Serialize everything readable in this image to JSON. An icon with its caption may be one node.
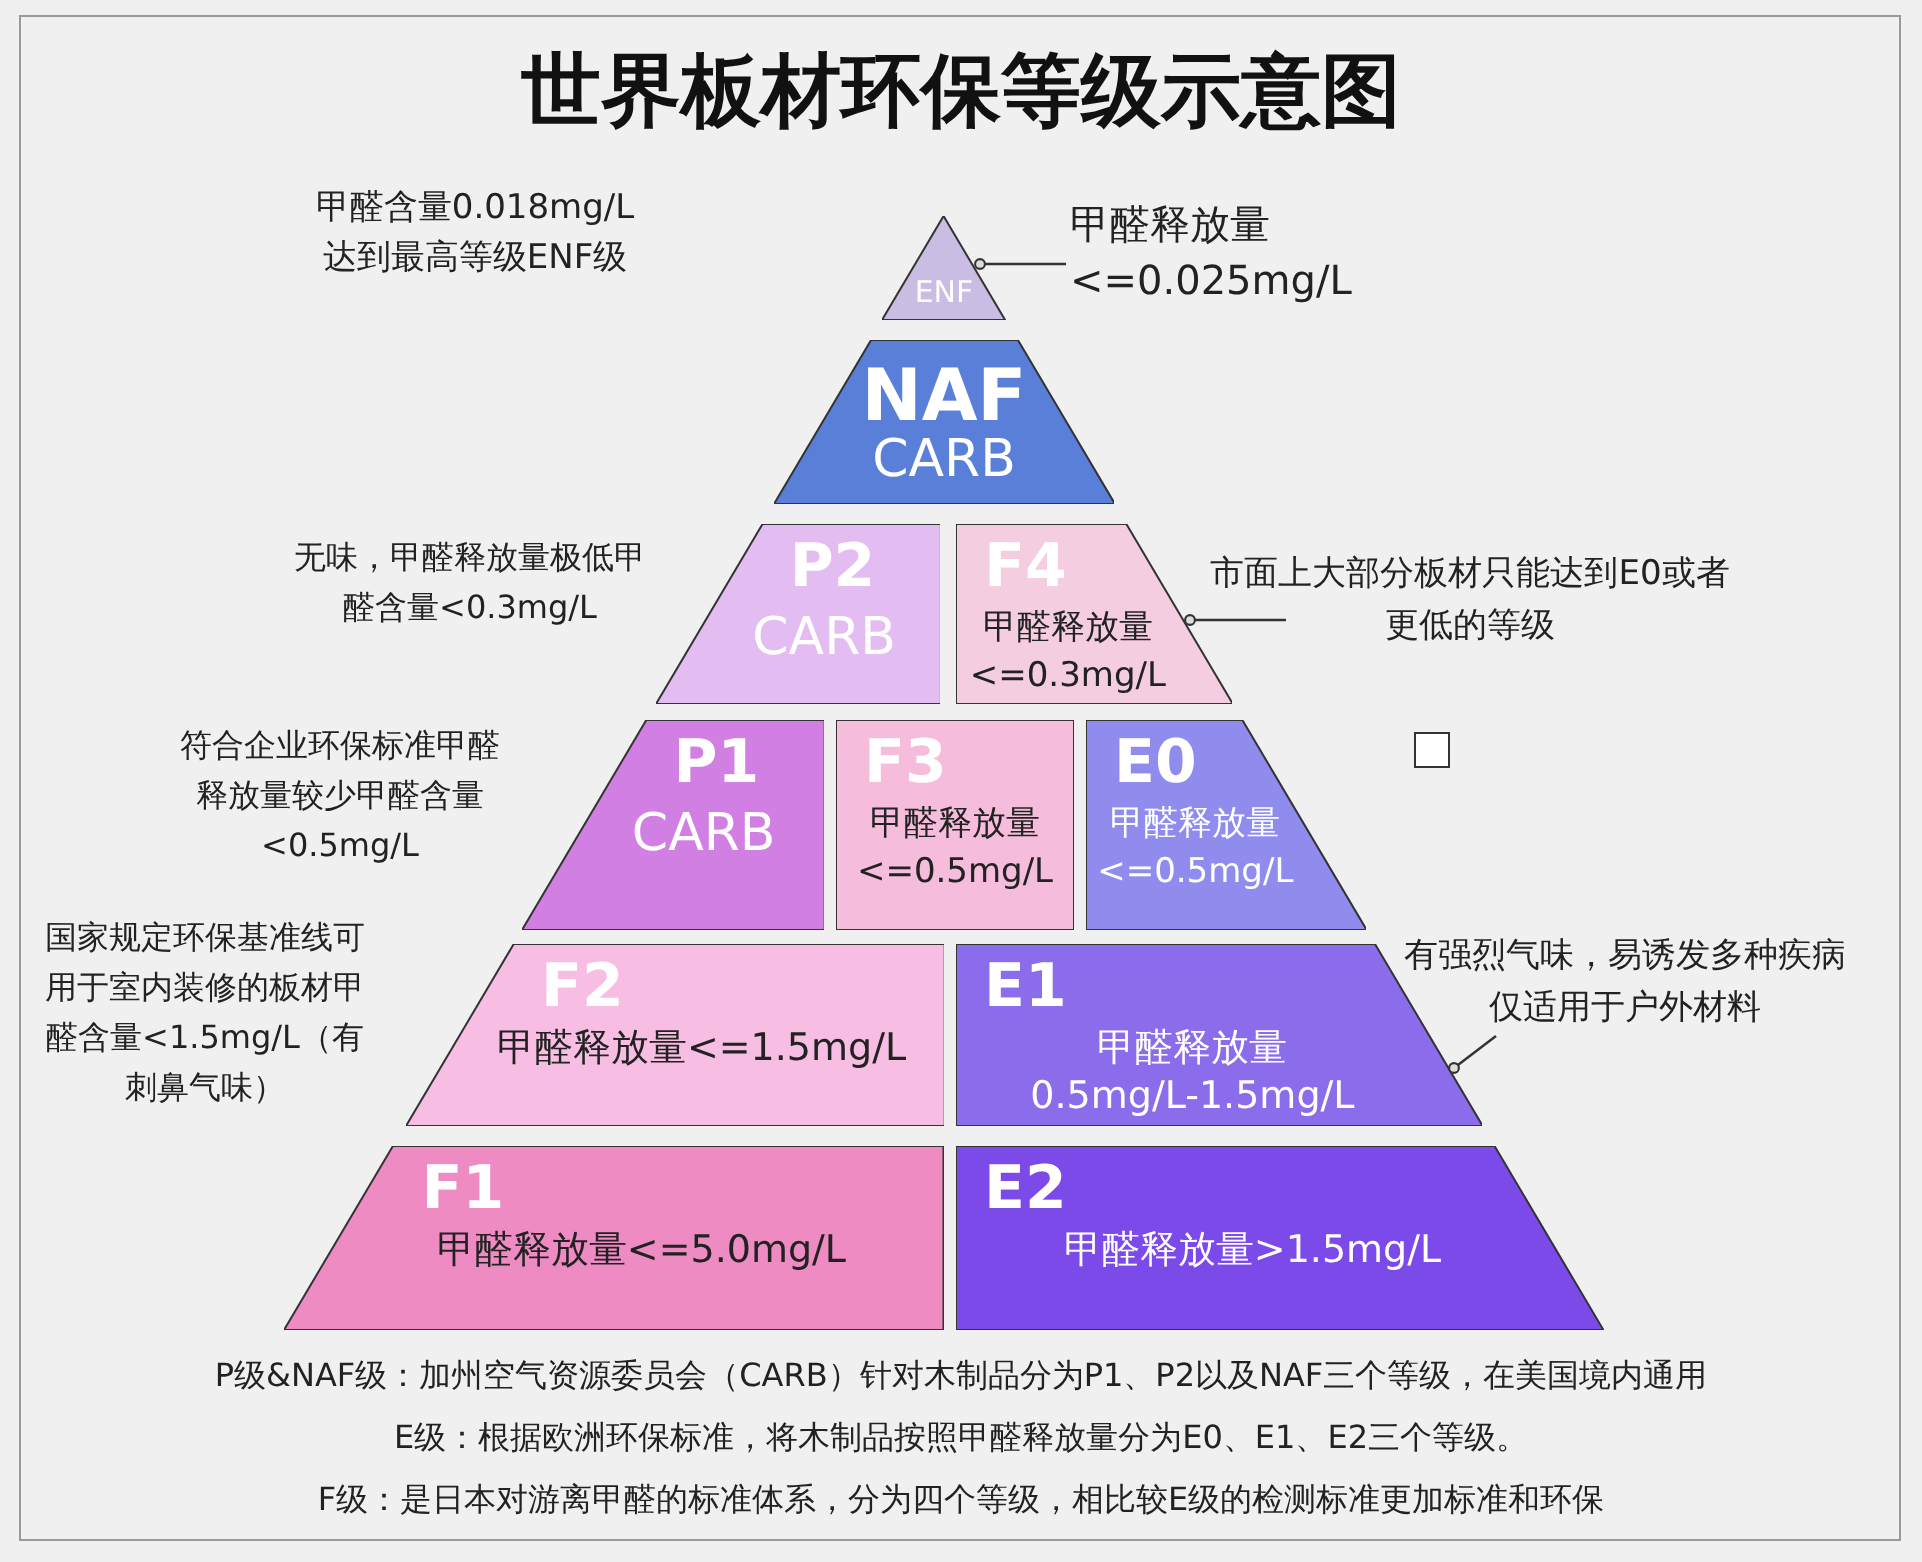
{
  "diagram": {
    "title": "世界板材环保等级示意图",
    "nodes": [
      {
        "text": [
          "ENF"
        ]
      },
      {
        "text": [
          "NAF",
          "CARB"
        ]
      },
      {
        "text": [
          "P2",
          "CARB"
        ]
      },
      {
        "text": [
          "F4",
          "甲醛释放量<=0.3mg/L"
        ]
      },
      {
        "text": [
          "P1",
          "CARB"
        ]
      },
      {
        "text": [
          "F3",
          "甲醛释放量<=0.5mg/L"
        ]
      },
      {
        "text": [
          "E0",
          "甲醛释放量<=0.5mg/L"
        ]
      },
      {
        "text": [
          "F2",
          "甲醛释放量<=1.5mg/L"
        ]
      },
      {
        "text": [
          "E1",
          "甲醛释放量0.5mg/L-1.5mg/L"
        ]
      },
      {
        "text": [
          "F1",
          "甲醛释放量<=5.0mg/L"
        ]
      },
      {
        "text": [
          "E2",
          "甲醛释放量>1.5mg/L"
        ]
      },
      {
        "text": [
          "甲醛释放量<=0.025mg/L"
        ]
      },
      {
        "text": [
          "市面上大部分板材只能达到E0或者更低的等级"
        ]
      },
      {
        "text": [
          "有强烈气味，易诱发多种疾病仅适用于户外材料"
        ]
      }
    ],
    "edges": [
      {
        "from": 11,
        "to": 0,
        "arrow": "other"
      },
      {
        "from": 12,
        "to": 3,
        "arrow": "other"
      },
      {
        "from": 13,
        "to": 8,
        "arrow": "other"
      }
    ],
    "labels": [
      "甲醛含量0.018mg/L达到最高等级ENF级",
      "无味，甲醛释放量极低甲醛含量<0.3mg/L",
      "符合企业环保标准甲醛释放量较少甲醛含量<0.5mg/L",
      "国家规定环保基准线可用于室内装修的板材甲醛含量<1.5mg/L（有刺鼻气味）",
      "P级&NAF级：加州空气资源委员会（CARB）针对木制品分为P1、P2以及NAF三个等级，在美国境内通用",
      "E级：根据欧洲环保标准，将木制品按照甲醛释放量分为E0、E1、E2三个等级。",
      "F级：是日本对游离甲醛的标准体系，分为四个等级，相比较E级的检测标准更加标准和环保"
    ]
  }
}
